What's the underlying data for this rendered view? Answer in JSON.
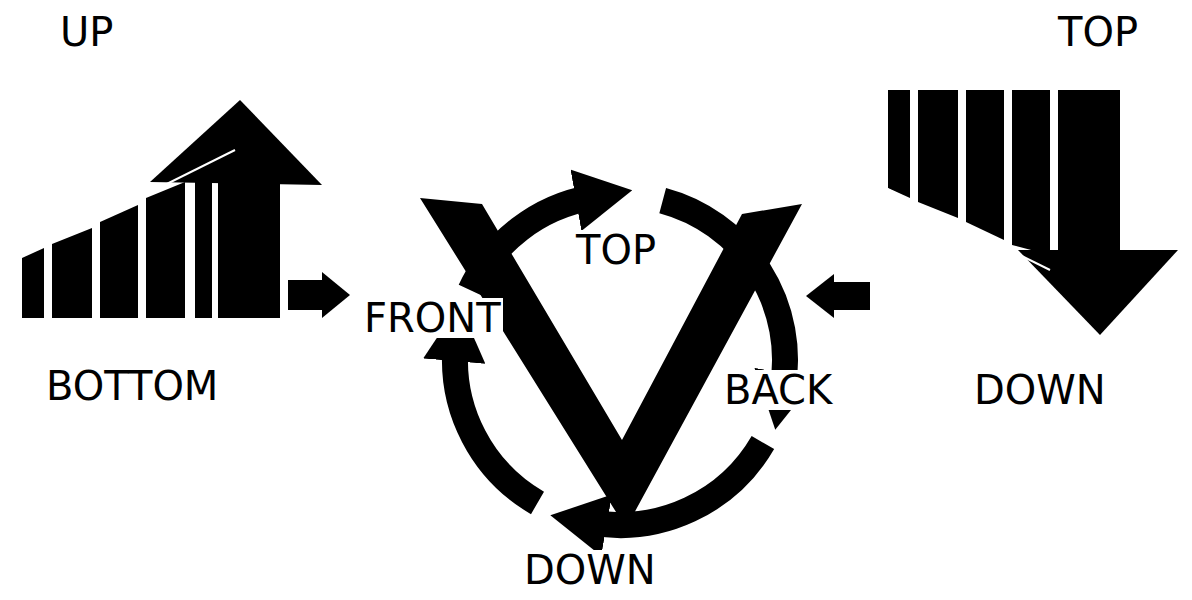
{
  "diagram": {
    "labels": [
      "UP",
      "TOP",
      "TOP",
      "FRONT",
      "BACK",
      "BOTTOM",
      "DOWN",
      "DOWN"
    ]
  }
}
